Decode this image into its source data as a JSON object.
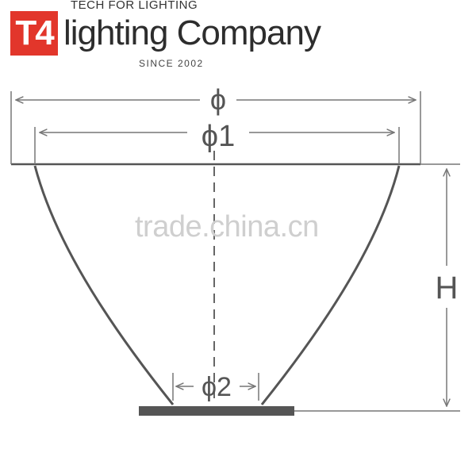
{
  "brand": {
    "logo_text": "T4",
    "company_name": "lighting Company",
    "tagline": "TECH FOR LIGHTING",
    "since": "SINCE 2002",
    "accent_color": "#e2362b"
  },
  "dimensions": {
    "outer_diameter_label": "ϕ",
    "inner_diameter_label": "ϕ1",
    "bottom_diameter_label": "ϕ2",
    "height_label": "H"
  },
  "watermark": "trade.china.cn"
}
